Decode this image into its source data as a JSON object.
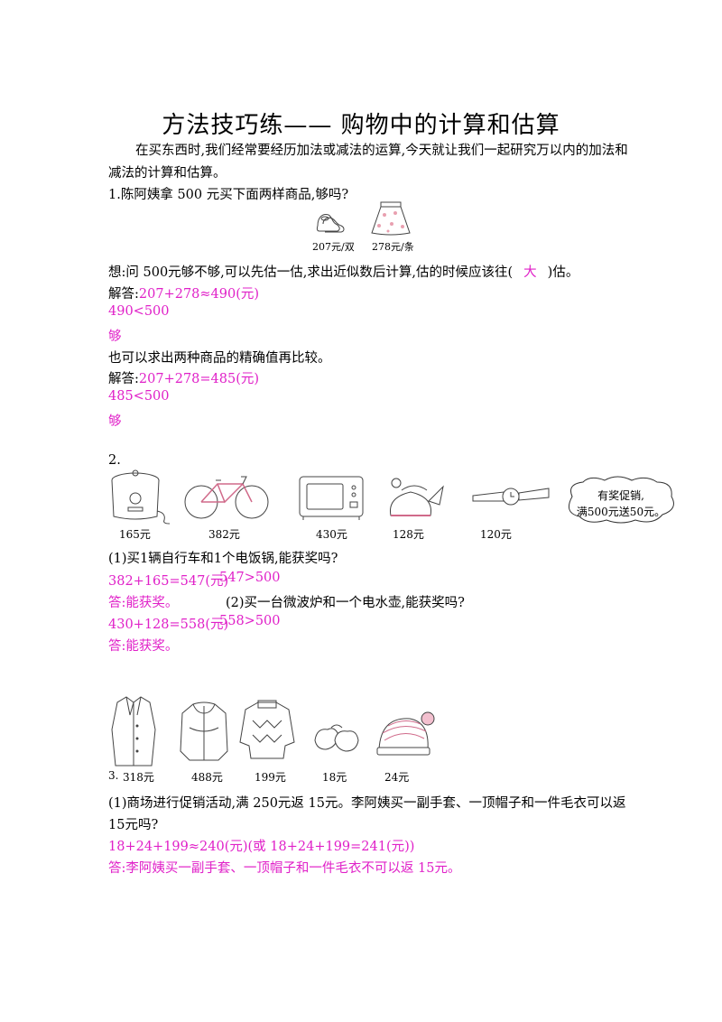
{
  "title": "方法技巧练—— 购物中的计算和估算",
  "intro": {
    "line1": "在买东西时,我们经常要经历加法或减法的运算,今天就让我们一起研究万以内的加法和",
    "line2": "减法的计算和估算。"
  },
  "q1": {
    "question": "1.陈阿姨拿 500 元买下面两样商品,够吗?",
    "item1_price": "207元/双",
    "item2_price": "278元/条",
    "think_prefix": "想:问 500元够不够,可以先估一估,求出近似数后计算,估的时候应该往(",
    "think_answer": "大",
    "think_suffix": ")估。",
    "answer_label": "解答:",
    "a1_calc": "207+278≈490(元)",
    "a1_compare": "490<500",
    "a1_result": "够",
    "alt_text": "也可以求出两种商品的精确值再比较。",
    "a2_calc": "207+278=485(元)",
    "a2_compare": "485<500",
    "a2_result": "够"
  },
  "q2": {
    "number": "2.",
    "prices": [
      "165元",
      "382元",
      "430元",
      "128元",
      "120元"
    ],
    "bubble_line1": "有奖促销,",
    "bubble_line2": "满500元送50元。",
    "sub1_question": "(1)买1辆自行车和1个电饭锅,能获奖吗?",
    "sub1_calc": "382+165=547(元)",
    "sub1_compare": "547>500",
    "sub1_answer": "答:能获奖。",
    "sub2_question": "(2)买一台微波炉和一个电水壶,能获奖吗?",
    "sub2_calc": "430+128=558(元)",
    "sub2_compare": "558>500",
    "sub2_answer": "答:能获奖。"
  },
  "q3": {
    "number": "3.",
    "prices": [
      "318元",
      "488元",
      "199元",
      "18元",
      "24元"
    ],
    "sub1_line1": "(1)商场进行促销活动,满 250元返 15元。李阿姨买一副手套、一顶帽子和一件毛衣可以返",
    "sub1_line2": "15元吗?",
    "sub1_calc": "18+24+199≈240(元)(或 18+24+199=241(元))",
    "sub1_answer": "答:李阿姨买一副手套、一顶帽子和一件毛衣不可以返 15元。"
  }
}
